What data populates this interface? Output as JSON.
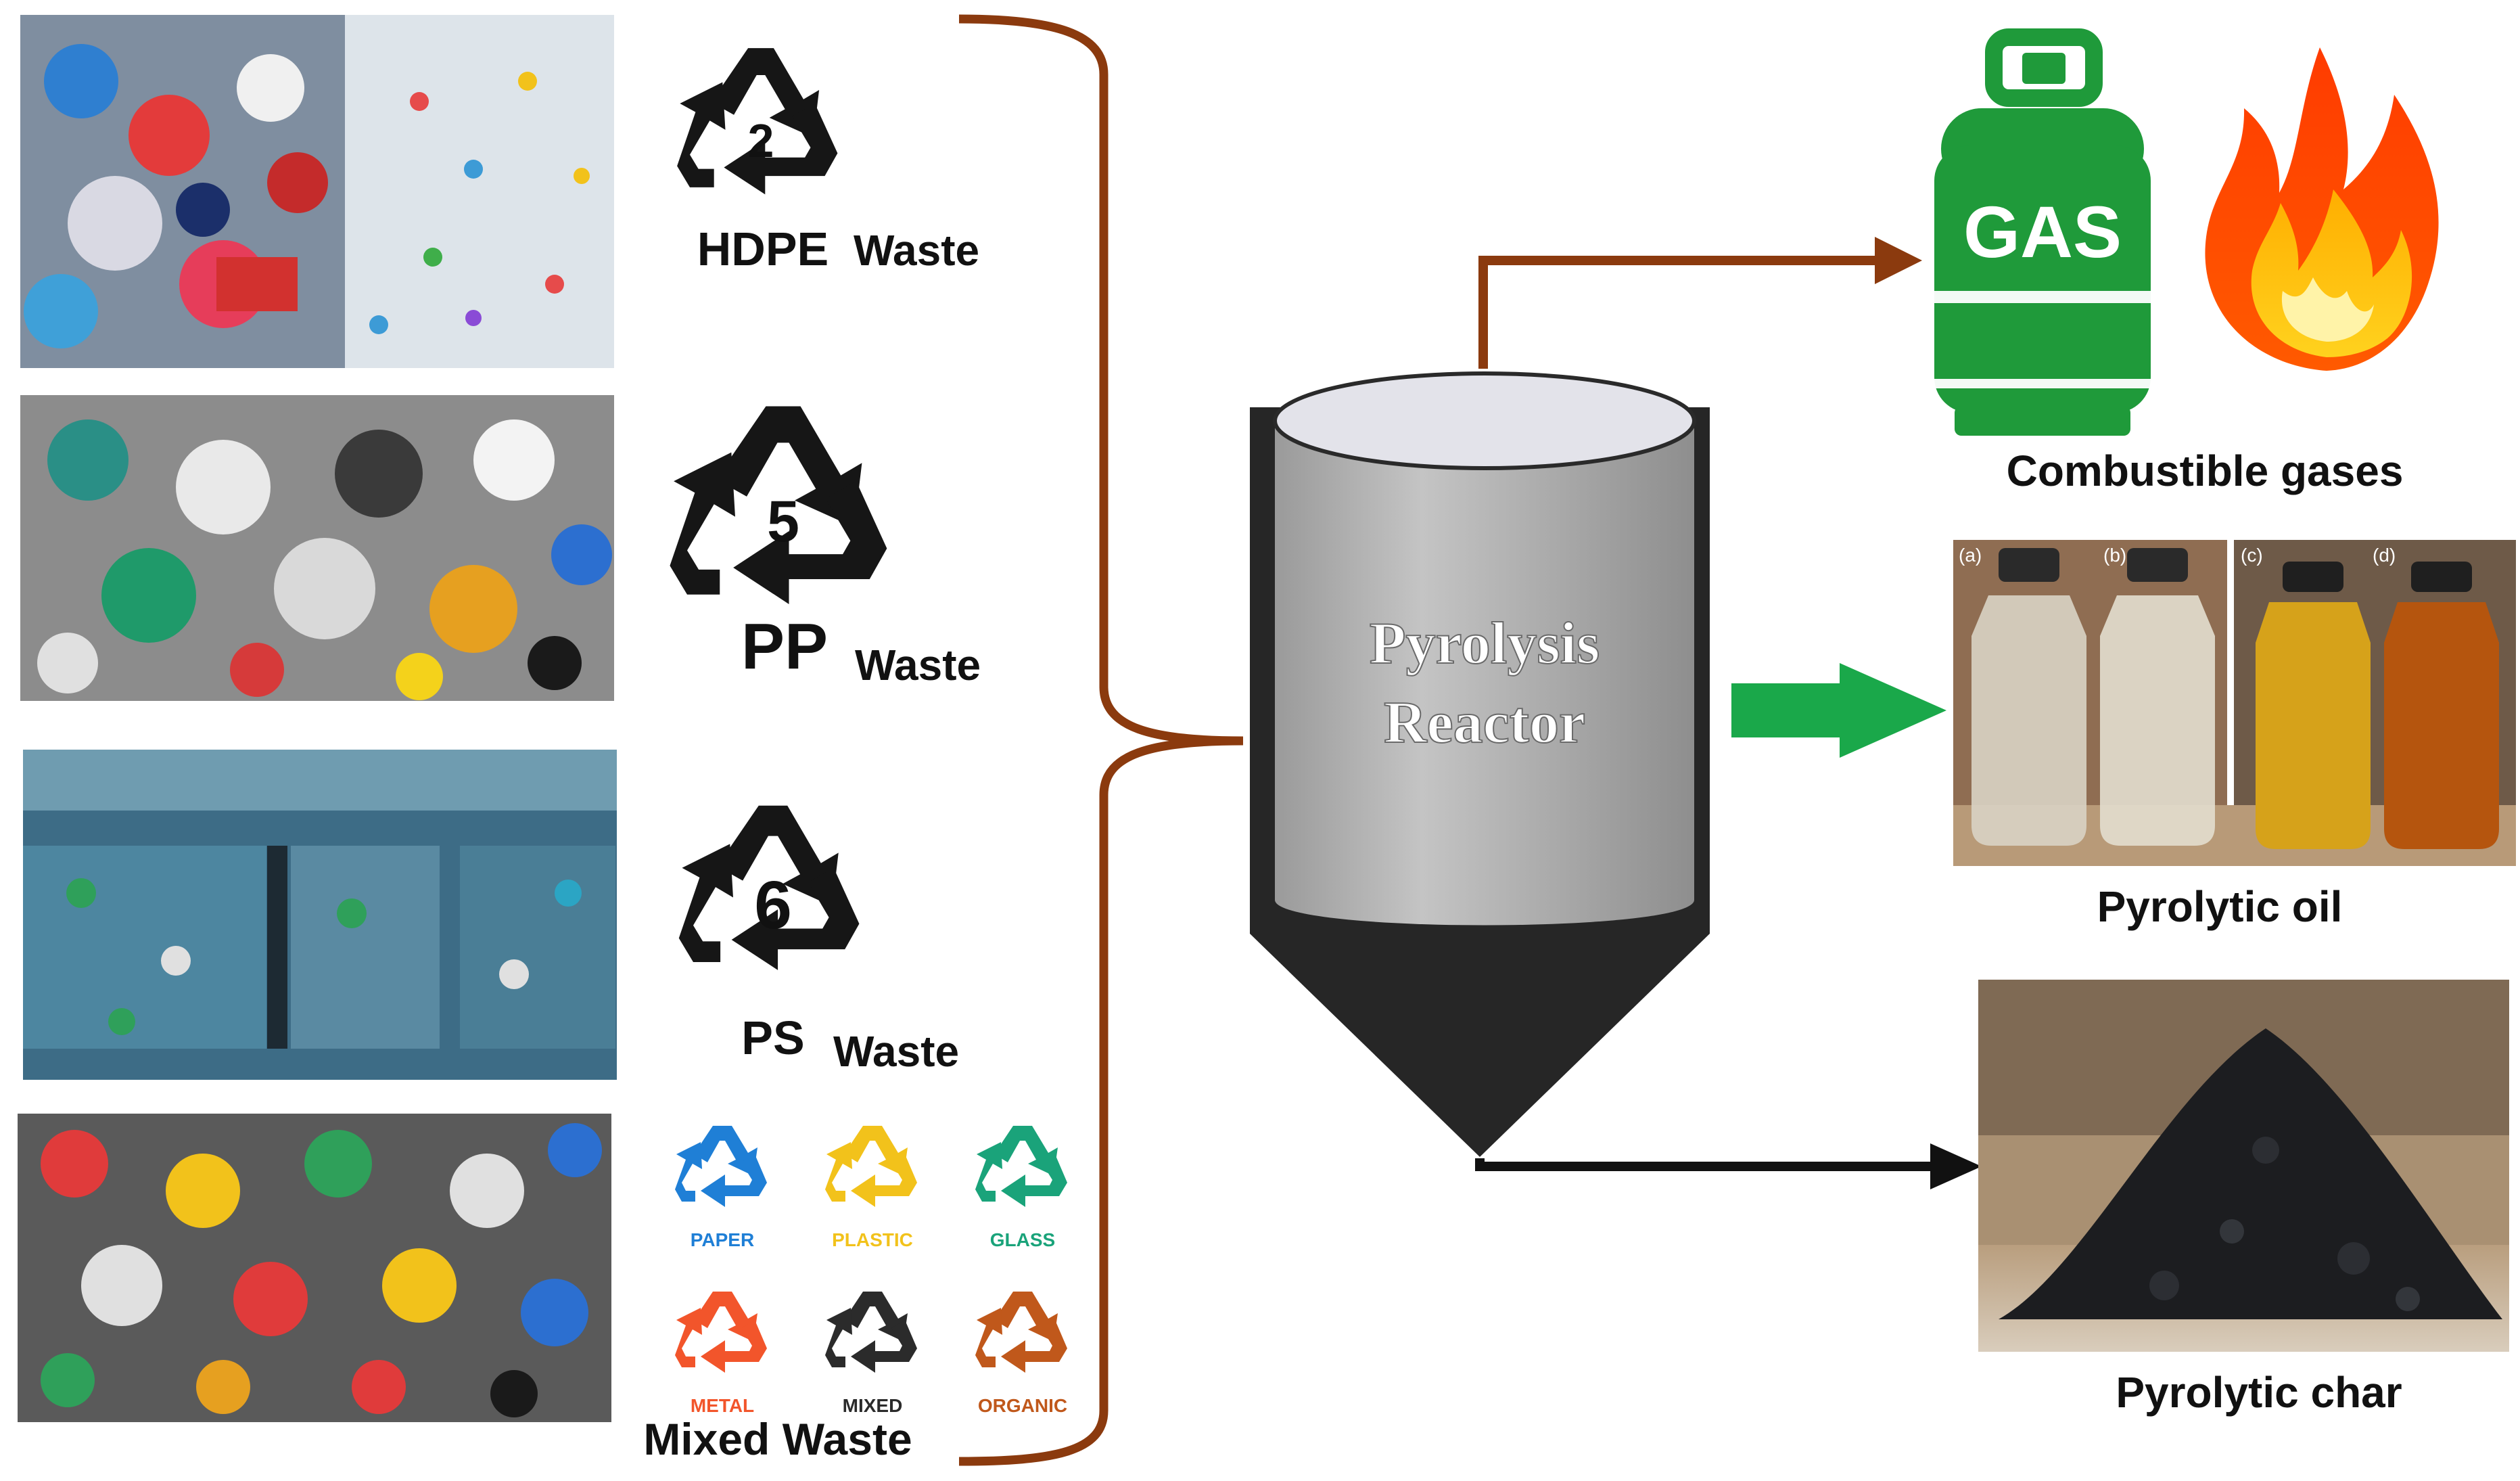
{
  "inputs": {
    "hdpe": {
      "code": "2",
      "resin": "HDPE",
      "suffix": "Waste"
    },
    "pp": {
      "code": "5",
      "resin": "PP",
      "suffix": "Waste"
    },
    "ps": {
      "code": "6",
      "resin": "PS",
      "suffix": "Waste"
    },
    "mixed": {
      "label": "Mixed Waste",
      "bins": [
        {
          "label": "PAPER",
          "color": "#1f7fd6"
        },
        {
          "label": "PLASTIC",
          "color": "#f2c21b"
        },
        {
          "label": "GLASS",
          "color": "#1aa37a"
        },
        {
          "label": "METAL",
          "color": "#f2552b"
        },
        {
          "label": "MIXED",
          "color": "#2b2b2b"
        },
        {
          "label": "ORGANIC",
          "color": "#c0581b"
        }
      ]
    }
  },
  "reactor": {
    "line1": "Pyrolysis",
    "line2": "Reactor"
  },
  "outputs": {
    "gas": {
      "cylinder_text": "GAS",
      "caption": "Combustible gases",
      "color": "#1f9a3a"
    },
    "oil": {
      "caption": "Pyrolytic oil",
      "panel_labels": [
        "(a)",
        "(b)",
        "(c)",
        "(d)"
      ]
    },
    "char": {
      "caption": "Pyrolytic char"
    }
  },
  "colors": {
    "bracket": "#8b3a0e",
    "gas_arrow": "#8b3a0e",
    "oil_arrow": "#1aa84a",
    "char_arrow": "#111111"
  }
}
